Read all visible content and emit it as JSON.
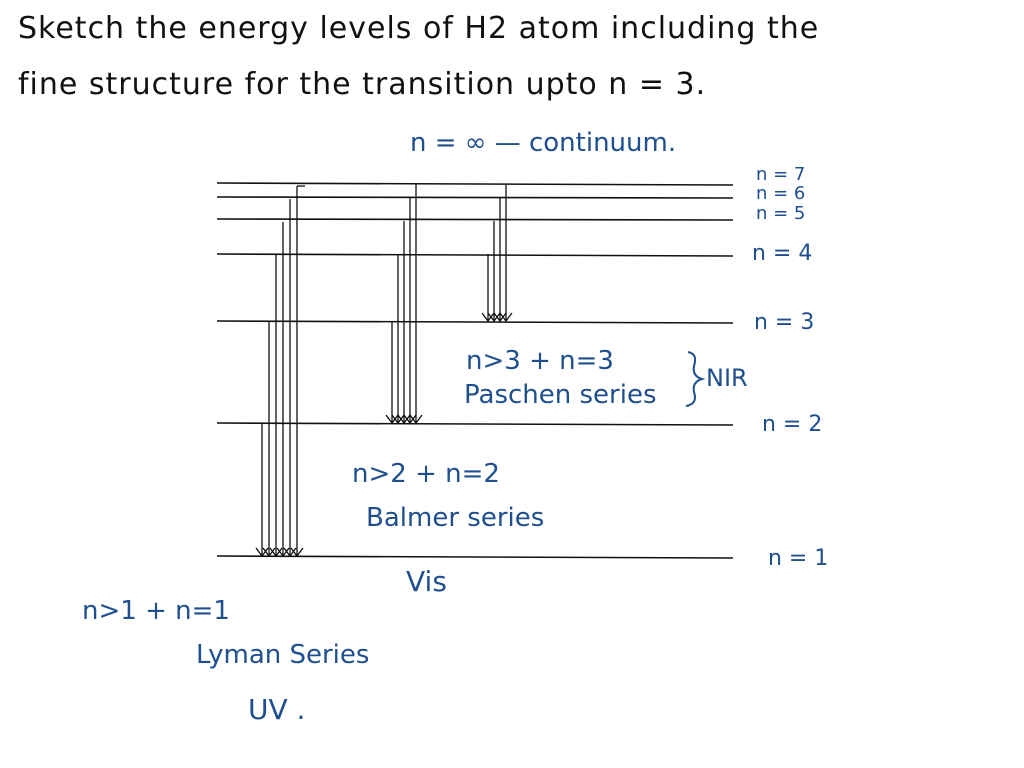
{
  "question": {
    "line1": "Sketch the energy levels of H2 atom including the",
    "line2": "fine structure for the transition upto n = 3."
  },
  "continuum_label": "n = ∞ — continuum.",
  "levels": [
    {
      "label": "n = 7"
    },
    {
      "label": "n = 6"
    },
    {
      "label": "n = 5"
    },
    {
      "label": "n = 4"
    },
    {
      "label": "n = 3"
    },
    {
      "label": "n = 2"
    },
    {
      "label": "n = 1"
    }
  ],
  "paschen": {
    "rule": "n>3 + n=3",
    "name": "Paschen series",
    "region": "NIR"
  },
  "balmer": {
    "rule": "n>2 + n=2",
    "name": "Balmer series",
    "region": "Vis"
  },
  "lyman": {
    "rule": "n>1  + n=1",
    "name": "Lyman Series",
    "region": "UV ."
  },
  "colors": {
    "ink": "#111111",
    "annotation": "#1f4f8f"
  }
}
